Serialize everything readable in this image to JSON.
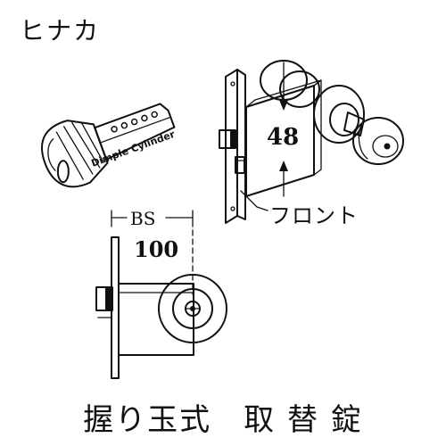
{
  "brand_label": "ヒナカ",
  "key": {
    "cylinder_type": "Dimple Cylinder",
    "icon": "dimple-key-icon"
  },
  "front_view": {
    "backset_label": "BS",
    "backset_value": "100"
  },
  "side_view": {
    "thickness_value": "48",
    "front_label": "フロント"
  },
  "caption": "握り玉式　取 替 錠"
}
